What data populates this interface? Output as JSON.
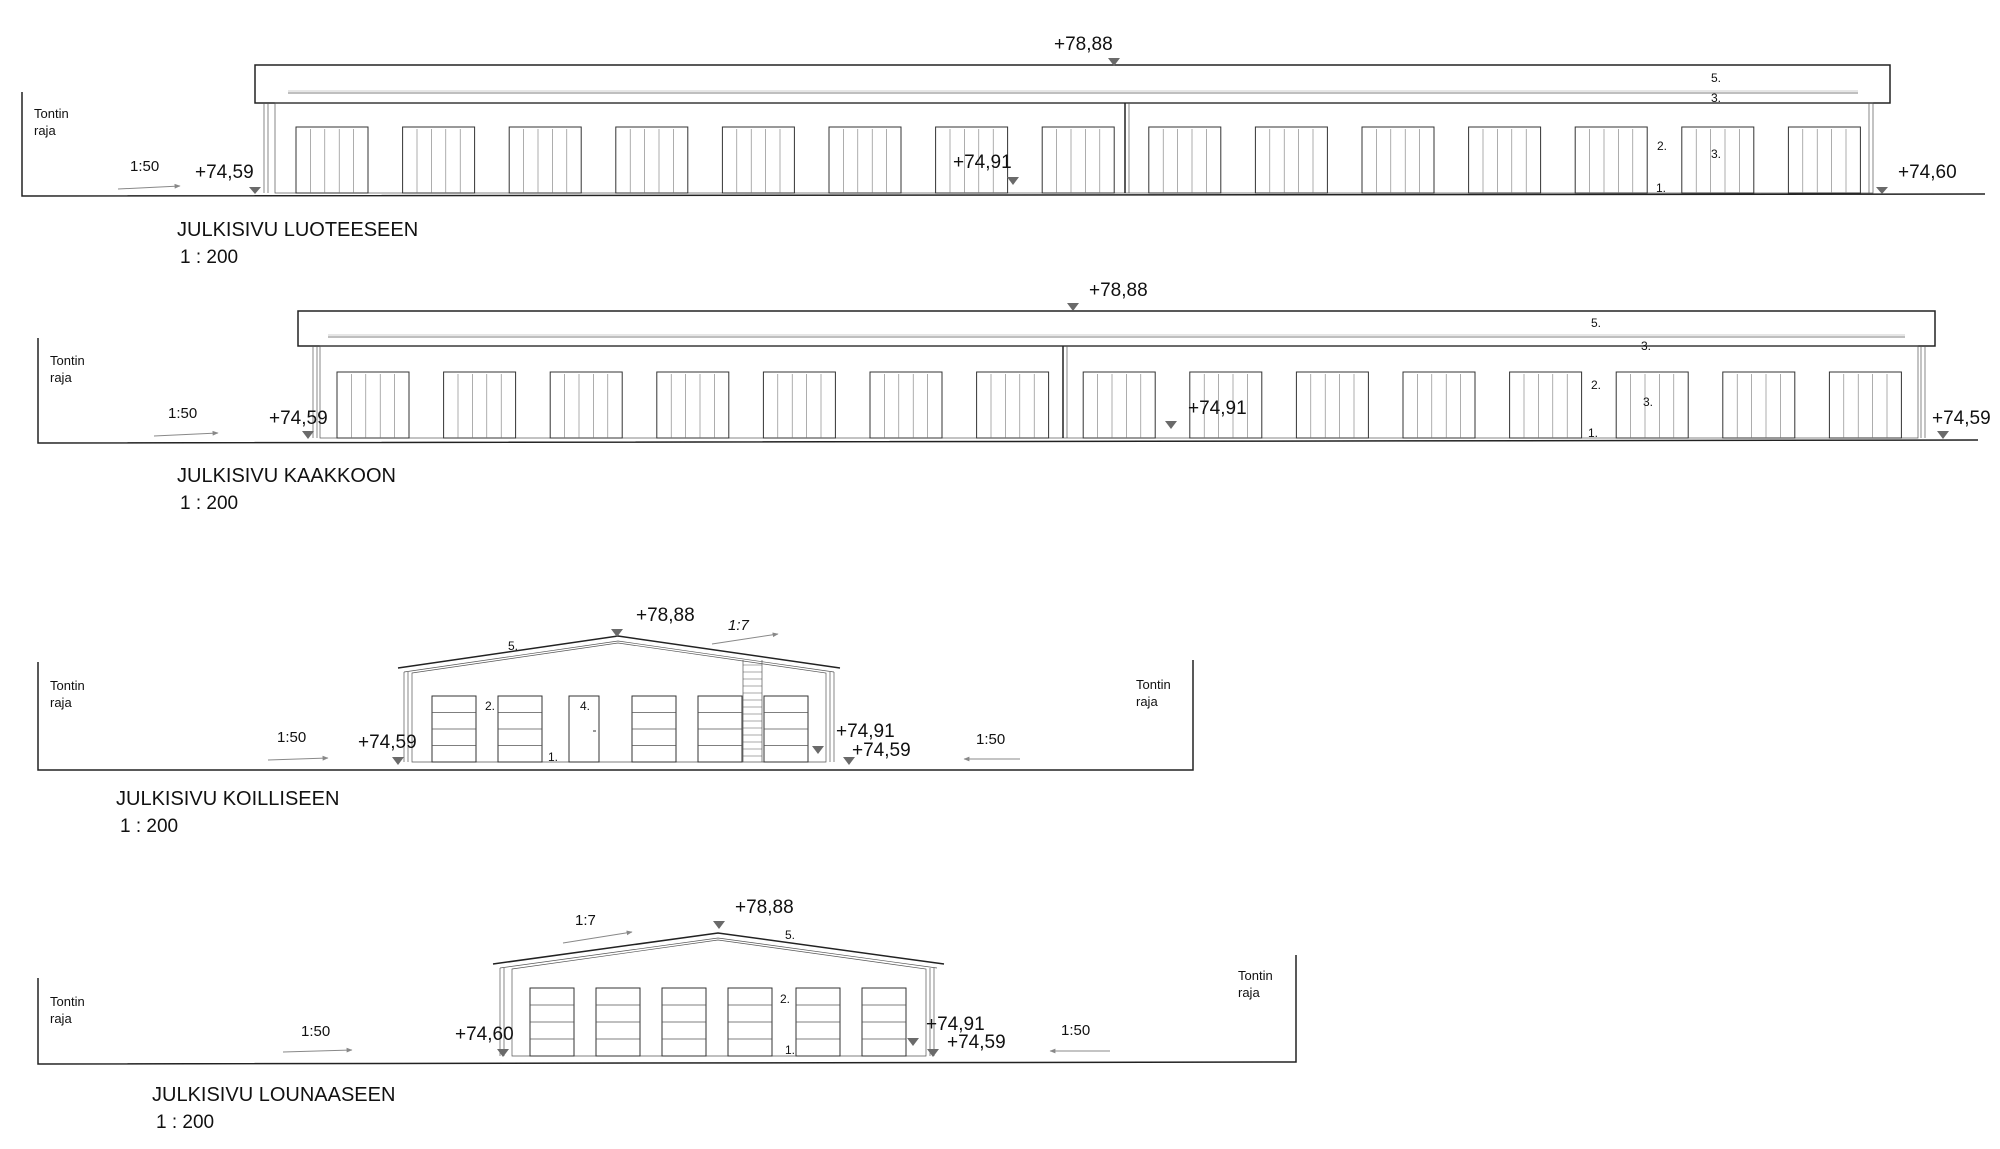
{
  "colors": {
    "line": "#222222",
    "siding": "#9a9a9a",
    "marker": "#6a6a6a",
    "arrow": "#888888"
  },
  "long_elevations": [
    {
      "title": "JULKISIVU LUOTEESEEN",
      "scale": "1 : 200",
      "left_boundary": [
        "Tontin",
        "raja"
      ],
      "slope": "1:50",
      "ridge_level": "+78,88",
      "left_level": "+74,59",
      "mid_level": "+74,91",
      "right_level": "+74,60",
      "door_count": 15,
      "callouts": [
        "5.",
        "3.",
        "2.",
        "3.",
        "1."
      ]
    },
    {
      "title": "JULKISIVU KAAKKOON",
      "scale": "1 : 200",
      "left_boundary": [
        "Tontin",
        "raja"
      ],
      "slope": "1:50",
      "ridge_level": "+78,88",
      "left_level": "+74,59",
      "mid_level": "+74,91",
      "right_level": "+74,59",
      "door_count": 15,
      "callouts": [
        "5.",
        "3.",
        "2.",
        "3.",
        "1."
      ]
    }
  ],
  "gable_elevations": [
    {
      "title": "JULKISIVU KOILLISEEN",
      "scale": "1 : 200",
      "left_boundary": [
        "Tontin",
        "raja"
      ],
      "right_boundary": [
        "Tontin",
        "raja"
      ],
      "left_slope": "1:50",
      "right_slope": "1:50",
      "roof_pitch": "1:7",
      "ridge_level": "+78,88",
      "left_level": "+74,59",
      "right_level_1": "+74,91",
      "right_level_2": "+74,59",
      "callouts": [
        "5.",
        "2.",
        "4.",
        "1."
      ]
    },
    {
      "title": "JULKISIVU LOUNAASEEN",
      "scale": "1 : 200",
      "left_boundary": [
        "Tontin",
        "raja"
      ],
      "right_boundary": [
        "Tontin",
        "raja"
      ],
      "left_slope": "1:50",
      "right_slope": "1:50",
      "roof_pitch": "1:7",
      "ridge_level": "+78,88",
      "left_level": "+74,60",
      "right_level_1": "+74,91",
      "right_level_2": "+74,59",
      "callouts": [
        "5.",
        "2.",
        "1."
      ]
    }
  ]
}
